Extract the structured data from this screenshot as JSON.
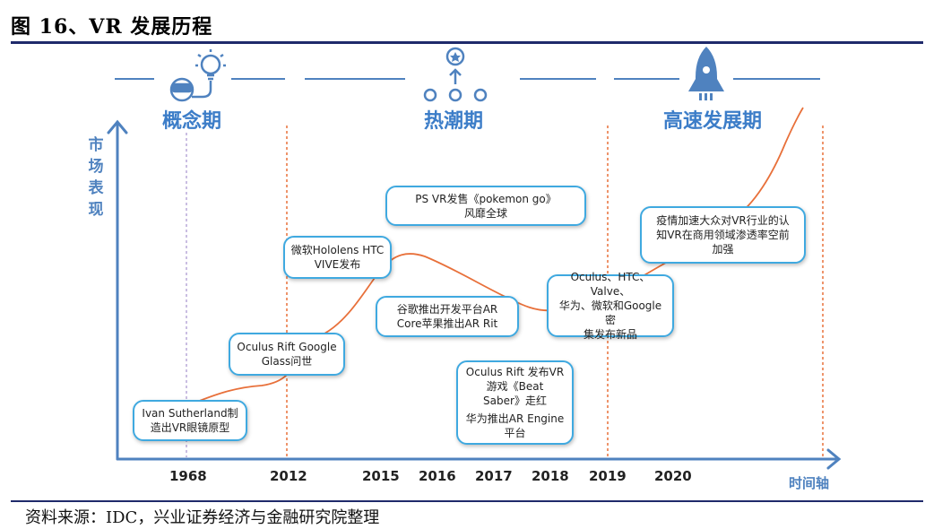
{
  "figure": {
    "title": "图 16、VR 发展历程",
    "source": "资料来源：IDC，兴业证券经济与金融研究院整理"
  },
  "phases": [
    {
      "label": "概念期"
    },
    {
      "label": "热潮期"
    },
    {
      "label": "高速发展期"
    }
  ],
  "axes": {
    "y_label": "市场表现",
    "x_label": "时间轴",
    "x_ticks": [
      "1968",
      "2012",
      "2015",
      "2016",
      "2017",
      "2018",
      "2019",
      "2020"
    ]
  },
  "events": [
    {
      "lines": [
        "Ivan Sutherland制",
        "造出VR眼镜原型"
      ]
    },
    {
      "lines": [
        "Oculus Rift Google",
        "Glass问世"
      ]
    },
    {
      "lines": [
        "微软Hololens HTC",
        "VIVE发布"
      ]
    },
    {
      "lines": [
        "PS VR发售《pokemon go》",
        "风靡全球"
      ]
    },
    {
      "lines": [
        "谷歌推出开发平台AR",
        "Core苹果推出AR Rit"
      ]
    },
    {
      "lines": [
        "Oculus Rift 发布VR",
        "游戏《Beat",
        "Saber》走红",
        "华为推出AR Engine",
        "平台"
      ]
    },
    {
      "lines": [
        "Oculus、HTC、Valve、",
        "华为、微软和Google密",
        "集发布新品"
      ]
    },
    {
      "lines": [
        "疫情加速大众对VR行业的认",
        "知VR在商用领域渗透率空前",
        "加强"
      ]
    }
  ],
  "colors": {
    "axis": "#4f82bf",
    "trend": "#e8703a",
    "divider": "#e8703a",
    "concept_divider": "#b9a8d8",
    "box_border": "#3fa9e0",
    "phase_text": "#3c7dc8",
    "icon": "#4f82bf",
    "rule": "#1f2a6b"
  },
  "icons": [
    "lightbulb-headset-icon",
    "award-people-icon",
    "rocket-icon"
  ]
}
